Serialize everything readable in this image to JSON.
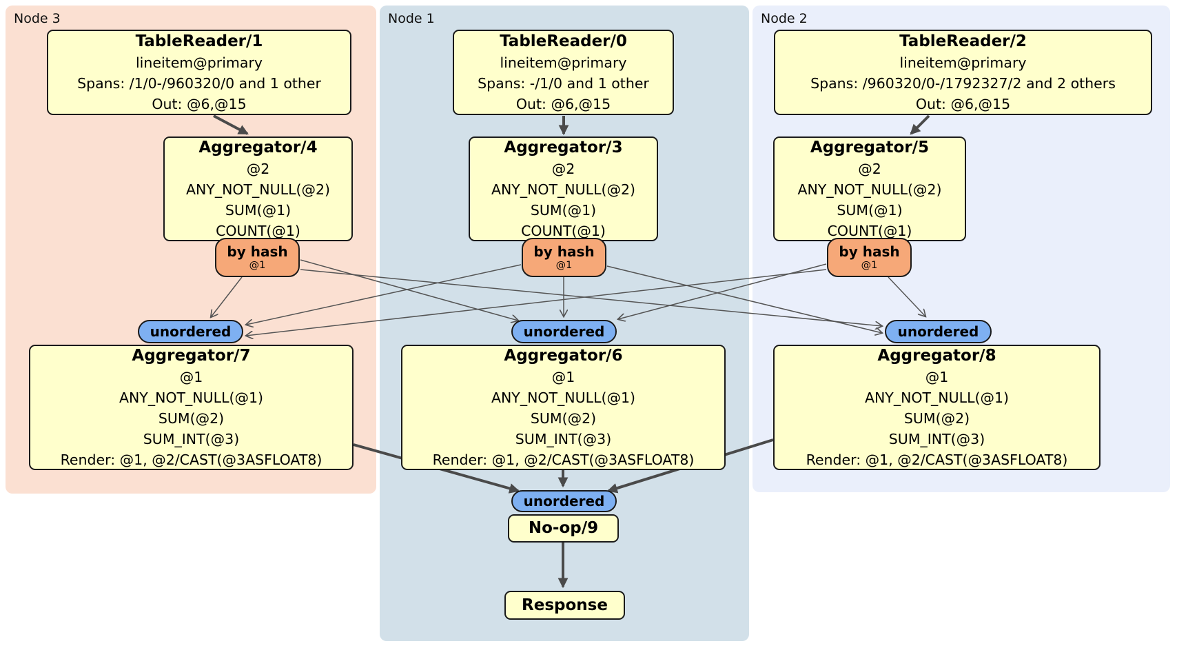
{
  "nodes": [
    {
      "label": "Node 3",
      "table_reader": {
        "title": "TableReader/1",
        "lines": [
          "lineitem@primary",
          "Spans: /1/0-/960320/0 and 1 other",
          "Out: @6,@15"
        ]
      },
      "aggregator_top": {
        "title": "Aggregator/4",
        "lines": [
          "@2",
          "ANY_NOT_NULL(@2)",
          "SUM(@1)",
          "COUNT(@1)"
        ]
      },
      "router": {
        "label": "by hash",
        "detail": "@1"
      },
      "sync": {
        "label": "unordered"
      },
      "aggregator_bottom": {
        "title": "Aggregator/7",
        "lines": [
          "@1",
          "ANY_NOT_NULL(@1)",
          "SUM(@2)",
          "SUM_INT(@3)",
          "Render: @1, @2/CAST(@3ASFLOAT8)"
        ]
      }
    },
    {
      "label": "Node 1",
      "table_reader": {
        "title": "TableReader/0",
        "lines": [
          "lineitem@primary",
          "Spans: -/1/0 and 1 other",
          "Out: @6,@15"
        ]
      },
      "aggregator_top": {
        "title": "Aggregator/3",
        "lines": [
          "@2",
          "ANY_NOT_NULL(@2)",
          "SUM(@1)",
          "COUNT(@1)"
        ]
      },
      "router": {
        "label": "by hash",
        "detail": "@1"
      },
      "sync": {
        "label": "unordered"
      },
      "aggregator_bottom": {
        "title": "Aggregator/6",
        "lines": [
          "@1",
          "ANY_NOT_NULL(@1)",
          "SUM(@2)",
          "SUM_INT(@3)",
          "Render: @1, @2/CAST(@3ASFLOAT8)"
        ]
      }
    },
    {
      "label": "Node 2",
      "table_reader": {
        "title": "TableReader/2",
        "lines": [
          "lineitem@primary",
          "Spans: /960320/0-/1792327/2 and 2 others",
          "Out: @6,@15"
        ]
      },
      "aggregator_top": {
        "title": "Aggregator/5",
        "lines": [
          "@2",
          "ANY_NOT_NULL(@2)",
          "SUM(@1)",
          "COUNT(@1)"
        ]
      },
      "router": {
        "label": "by hash",
        "detail": "@1"
      },
      "sync": {
        "label": "unordered"
      },
      "aggregator_bottom": {
        "title": "Aggregator/8",
        "lines": [
          "@1",
          "ANY_NOT_NULL(@1)",
          "SUM(@2)",
          "SUM_INT(@3)",
          "Render: @1, @2/CAST(@3ASFLOAT8)"
        ]
      }
    }
  ],
  "bottom": {
    "sync": {
      "label": "unordered"
    },
    "noop": {
      "title": "No-op/9"
    },
    "response": {
      "title": "Response"
    }
  },
  "colors": {
    "node3_panel": "#fbe0d2",
    "node1_panel": "#d2e0e9",
    "node2_panel": "#eaeffb",
    "processor_box": "#ffffcc",
    "router": "#f6a878",
    "sync_badge": "#7eb0f2",
    "thick_edge": "#4a4a4a",
    "thin_edge": "#555555"
  }
}
